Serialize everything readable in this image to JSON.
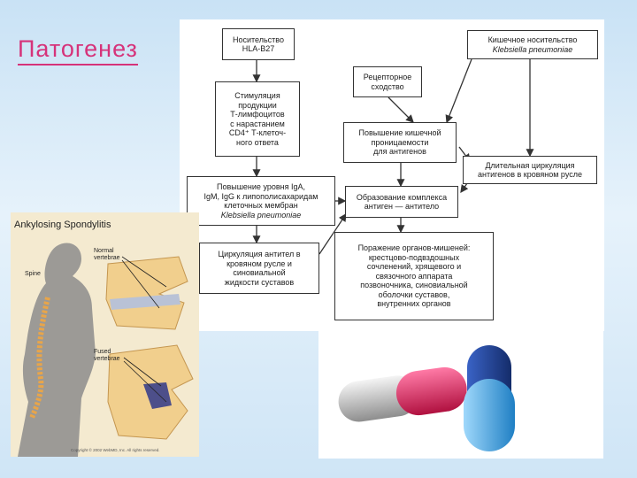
{
  "slide": {
    "title": "Патогенез"
  },
  "flowchart": {
    "boxes": {
      "hla": "Носительство\nHLA-B27",
      "intestinal": "Кишечное носительство",
      "intestinal_italic": "Klebsiella pneumoniae",
      "receptor": "Рецепторное\nсходство",
      "stimulation": "Стимуляция\nпродукции\nТ-лимфоцитов\nс нарастанием\nCD4⁺ Т-клеточ-\nного ответа",
      "permeability": "Повышение кишечной\nпроницаемости\nдля антигенов",
      "circulation": "Длительная циркуляция\nантигенов в кровяном русле",
      "iga": "Повышение уровня IgA,\nIgM, IgG к липополисахаридам\nклеточных мембран",
      "iga_italic": "Klebsiella pneumoniae",
      "complex": "Образование комплекса\nантиген — антитело",
      "antibodies": "Циркуляция антител в\nкровяном русле и\nсиновиальной\nжидкости суставов",
      "targets": "Поражение органов-мишеней:\nкрестцово-подвздошных\nсочленений, хрящевого и\nсвязочного аппарата\nпозвоночника, синовиальной\nоболочки суставов,\nвнутренних органов"
    }
  },
  "illustration": {
    "title": "Ankylosing Spondylitis",
    "spine_label": "Spine",
    "normal_label": "Normal\nvertebrae",
    "fused_label": "Fused\nvertebrae",
    "copyright": "Copyright © 2002 WebMD, Inc. All rights reserved."
  },
  "colors": {
    "title": "#d6337a",
    "capsule_pink": "#e0205e",
    "capsule_blue": "#2f9ee0",
    "capsule_navy": "#1d3f8f"
  }
}
